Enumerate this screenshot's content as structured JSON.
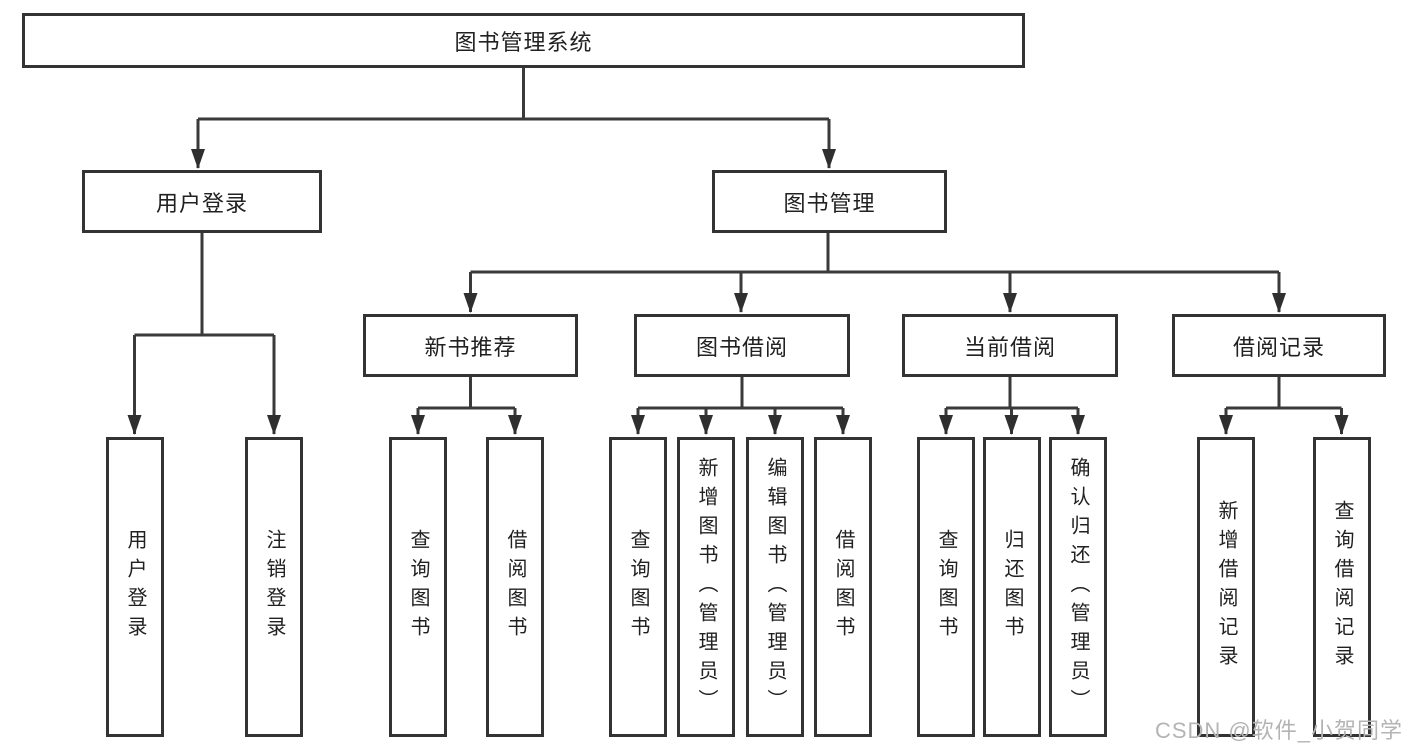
{
  "diagram": {
    "colors": {
      "line": "#3a3a3a",
      "box_border": "#333333",
      "text": "#212121",
      "watermark_text": "#b4b4b4",
      "background": "#ffffff"
    },
    "watermark": "CSDN @软件_小贺同学",
    "tree": {
      "root": {
        "label": "图书管理系统"
      },
      "level2": [
        {
          "label": "用户登录",
          "children": [
            {
              "label": "用户登录"
            },
            {
              "label": "注销登录"
            }
          ]
        },
        {
          "label": "图书管理",
          "children": [
            {
              "label": "新书推荐",
              "children": [
                {
                  "label": "查询图书"
                },
                {
                  "label": "借阅图书"
                }
              ]
            },
            {
              "label": "图书借阅",
              "children": [
                {
                  "label": "查询图书"
                },
                {
                  "label": "新增图书（管理员）"
                },
                {
                  "label": "编辑图书（管理员）"
                },
                {
                  "label": "借阅图书"
                }
              ]
            },
            {
              "label": "当前借阅",
              "children": [
                {
                  "label": "查询图书"
                },
                {
                  "label": "归还图书"
                },
                {
                  "label": "确认归还（管理员）"
                }
              ]
            },
            {
              "label": "借阅记录",
              "children": [
                {
                  "label": "新增借阅记录"
                },
                {
                  "label": "查询借阅记录"
                }
              ]
            }
          ]
        }
      ]
    }
  }
}
